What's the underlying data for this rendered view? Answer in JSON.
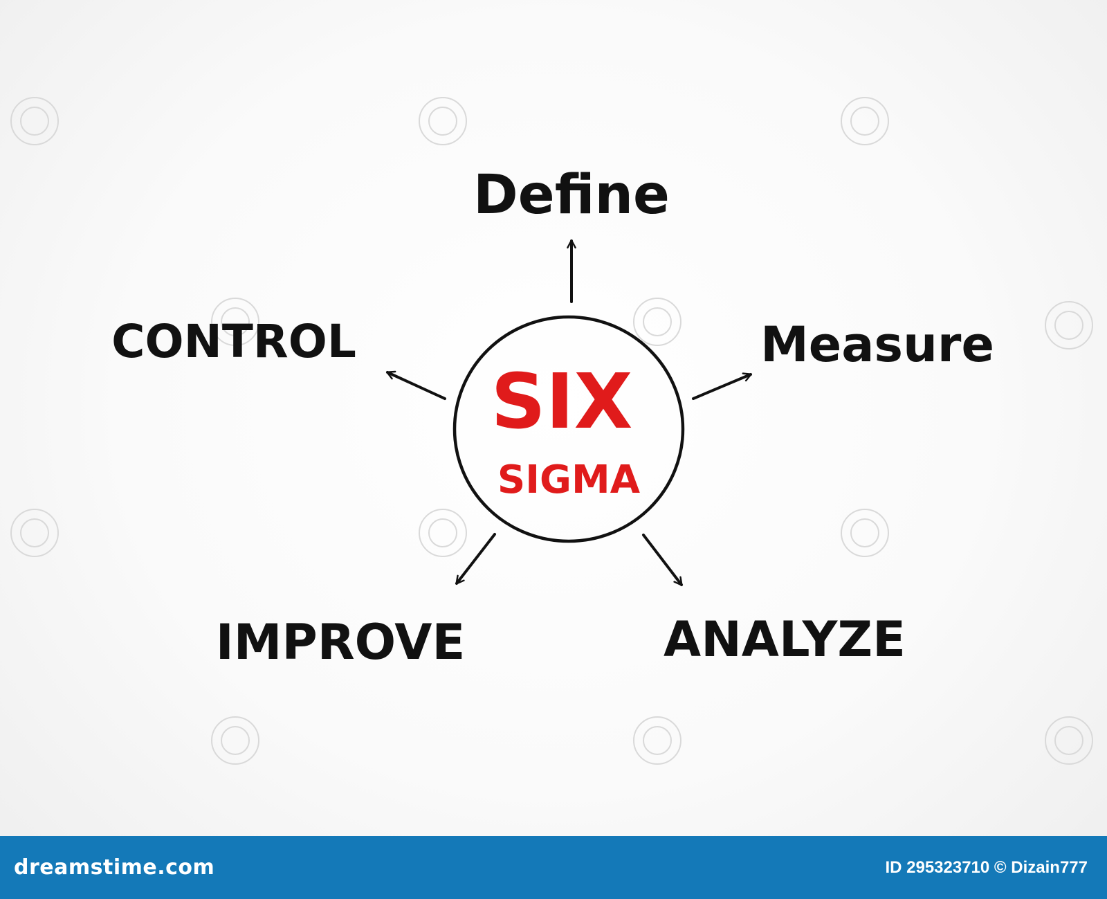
{
  "diagram": {
    "center": {
      "line1": "SIX",
      "line2": "SIGMA"
    },
    "nodes": {
      "define": "Define",
      "measure": "Measure",
      "analyze": "ANALYZE",
      "improve": "IMPROVE",
      "control": "CONTROL"
    }
  },
  "colors": {
    "accent": "#e01b1b",
    "ink": "#111111",
    "footer_bg": "#1479b8"
  },
  "footer": {
    "logo": "dreamstime.com",
    "credit": "ID 295323710 © Dizain777"
  }
}
